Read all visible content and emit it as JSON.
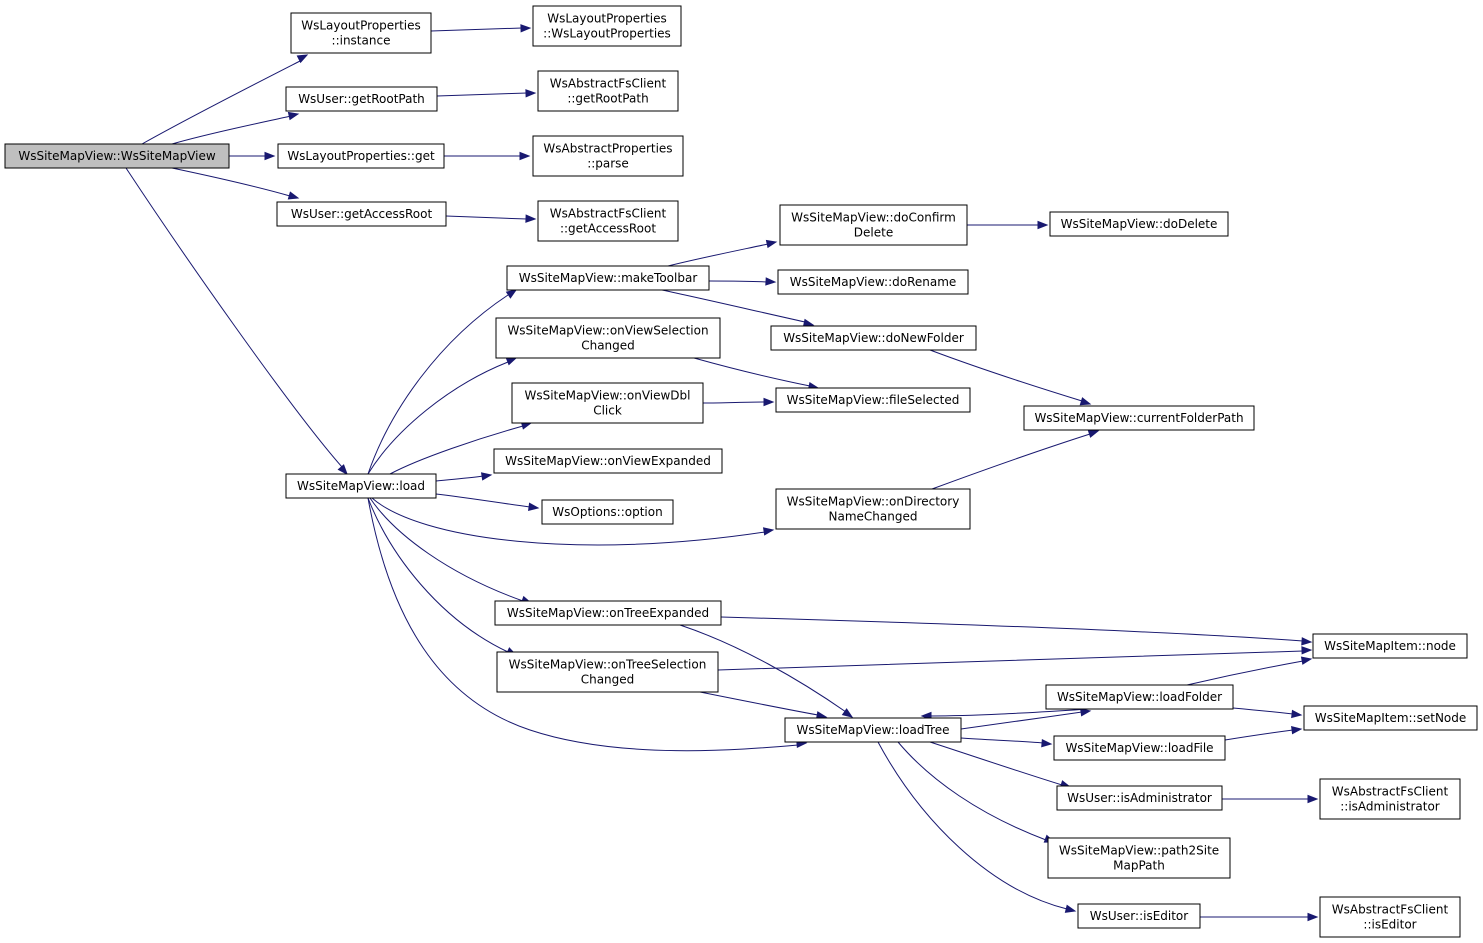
{
  "colors": {
    "edge": "#191970",
    "root_fill": "#bfbfbf",
    "node_fill": "#ffffff",
    "node_stroke": "#000000"
  },
  "nodes": {
    "root": [
      "WsSiteMapView::WsSiteMapView"
    ],
    "layoutInstance": [
      "WsLayoutProperties",
      "::instance"
    ],
    "layoutCtor": [
      "WsLayoutProperties",
      "::WsLayoutProperties"
    ],
    "getRootPath": [
      "WsUser::getRootPath"
    ],
    "fsGetRootPath": [
      "WsAbstractFsClient",
      "::getRootPath"
    ],
    "layoutGet": [
      "WsLayoutProperties::get"
    ],
    "propsParse": [
      "WsAbstractProperties",
      "::parse"
    ],
    "getAccessRoot": [
      "WsUser::getAccessRoot"
    ],
    "fsGetAccessRoot": [
      "WsAbstractFsClient",
      "::getAccessRoot"
    ],
    "doConfirmDelete": [
      "WsSiteMapView::doConfirm",
      "Delete"
    ],
    "doDelete": [
      "WsSiteMapView::doDelete"
    ],
    "makeToolbar": [
      "WsSiteMapView::makeToolbar"
    ],
    "doRename": [
      "WsSiteMapView::doRename"
    ],
    "doNewFolder": [
      "WsSiteMapView::doNewFolder"
    ],
    "onViewSelectionChanged": [
      "WsSiteMapView::onViewSelection",
      "Changed"
    ],
    "onViewDblClick": [
      "WsSiteMapView::onViewDbl",
      "Click"
    ],
    "fileSelected": [
      "WsSiteMapView::fileSelected"
    ],
    "currentFolderPath": [
      "WsSiteMapView::currentFolderPath"
    ],
    "load": [
      "WsSiteMapView::load"
    ],
    "onViewExpanded": [
      "WsSiteMapView::onViewExpanded"
    ],
    "option": [
      "WsOptions::option"
    ],
    "onDirectoryNameChanged": [
      "WsSiteMapView::onDirectory",
      "NameChanged"
    ],
    "onTreeExpanded": [
      "WsSiteMapView::onTreeExpanded"
    ],
    "itemNode": [
      "WsSiteMapItem::node"
    ],
    "onTreeSelectionChanged": [
      "WsSiteMapView::onTreeSelection",
      "Changed"
    ],
    "loadFolder": [
      "WsSiteMapView::loadFolder"
    ],
    "loadTree": [
      "WsSiteMapView::loadTree"
    ],
    "setNode": [
      "WsSiteMapItem::setNode"
    ],
    "loadFile": [
      "WsSiteMapView::loadFile"
    ],
    "isAdministrator": [
      "WsUser::isAdministrator"
    ],
    "fsIsAdministrator": [
      "WsAbstractFsClient",
      "::isAdministrator"
    ],
    "path2SiteMapPath": [
      "WsSiteMapView::path2Site",
      "MapPath"
    ],
    "isEditor": [
      "WsUser::isEditor"
    ],
    "fsIsEditor": [
      "WsAbstractFsClient",
      "::isEditor"
    ]
  },
  "edges": [
    [
      "root",
      "layoutInstance"
    ],
    [
      "root",
      "getRootPath"
    ],
    [
      "root",
      "layoutGet"
    ],
    [
      "root",
      "getAccessRoot"
    ],
    [
      "root",
      "load"
    ],
    [
      "layoutInstance",
      "layoutCtor"
    ],
    [
      "getRootPath",
      "fsGetRootPath"
    ],
    [
      "layoutGet",
      "propsParse"
    ],
    [
      "getAccessRoot",
      "fsGetAccessRoot"
    ],
    [
      "load",
      "makeToolbar"
    ],
    [
      "load",
      "onViewSelectionChanged"
    ],
    [
      "load",
      "onViewDblClick"
    ],
    [
      "load",
      "onViewExpanded"
    ],
    [
      "load",
      "option"
    ],
    [
      "load",
      "onDirectoryNameChanged"
    ],
    [
      "load",
      "onTreeExpanded"
    ],
    [
      "load",
      "onTreeSelectionChanged"
    ],
    [
      "load",
      "loadTree"
    ],
    [
      "makeToolbar",
      "doConfirmDelete"
    ],
    [
      "makeToolbar",
      "doRename"
    ],
    [
      "makeToolbar",
      "doNewFolder"
    ],
    [
      "doConfirmDelete",
      "doDelete"
    ],
    [
      "doNewFolder",
      "currentFolderPath"
    ],
    [
      "onViewSelectionChanged",
      "fileSelected"
    ],
    [
      "onViewDblClick",
      "fileSelected"
    ],
    [
      "onDirectoryNameChanged",
      "currentFolderPath"
    ],
    [
      "onTreeExpanded",
      "itemNode"
    ],
    [
      "onTreeExpanded",
      "loadTree"
    ],
    [
      "onTreeSelectionChanged",
      "itemNode"
    ],
    [
      "onTreeSelectionChanged",
      "loadTree"
    ],
    [
      "loadTree",
      "loadFolder"
    ],
    [
      "loadTree",
      "loadFile"
    ],
    [
      "loadTree",
      "isAdministrator"
    ],
    [
      "loadTree",
      "path2SiteMapPath"
    ],
    [
      "loadTree",
      "isEditor"
    ],
    [
      "loadFolder",
      "loadTree"
    ],
    [
      "loadFolder",
      "itemNode"
    ],
    [
      "loadFolder",
      "setNode"
    ],
    [
      "loadFile",
      "setNode"
    ],
    [
      "isAdministrator",
      "fsIsAdministrator"
    ],
    [
      "isEditor",
      "fsIsEditor"
    ]
  ]
}
